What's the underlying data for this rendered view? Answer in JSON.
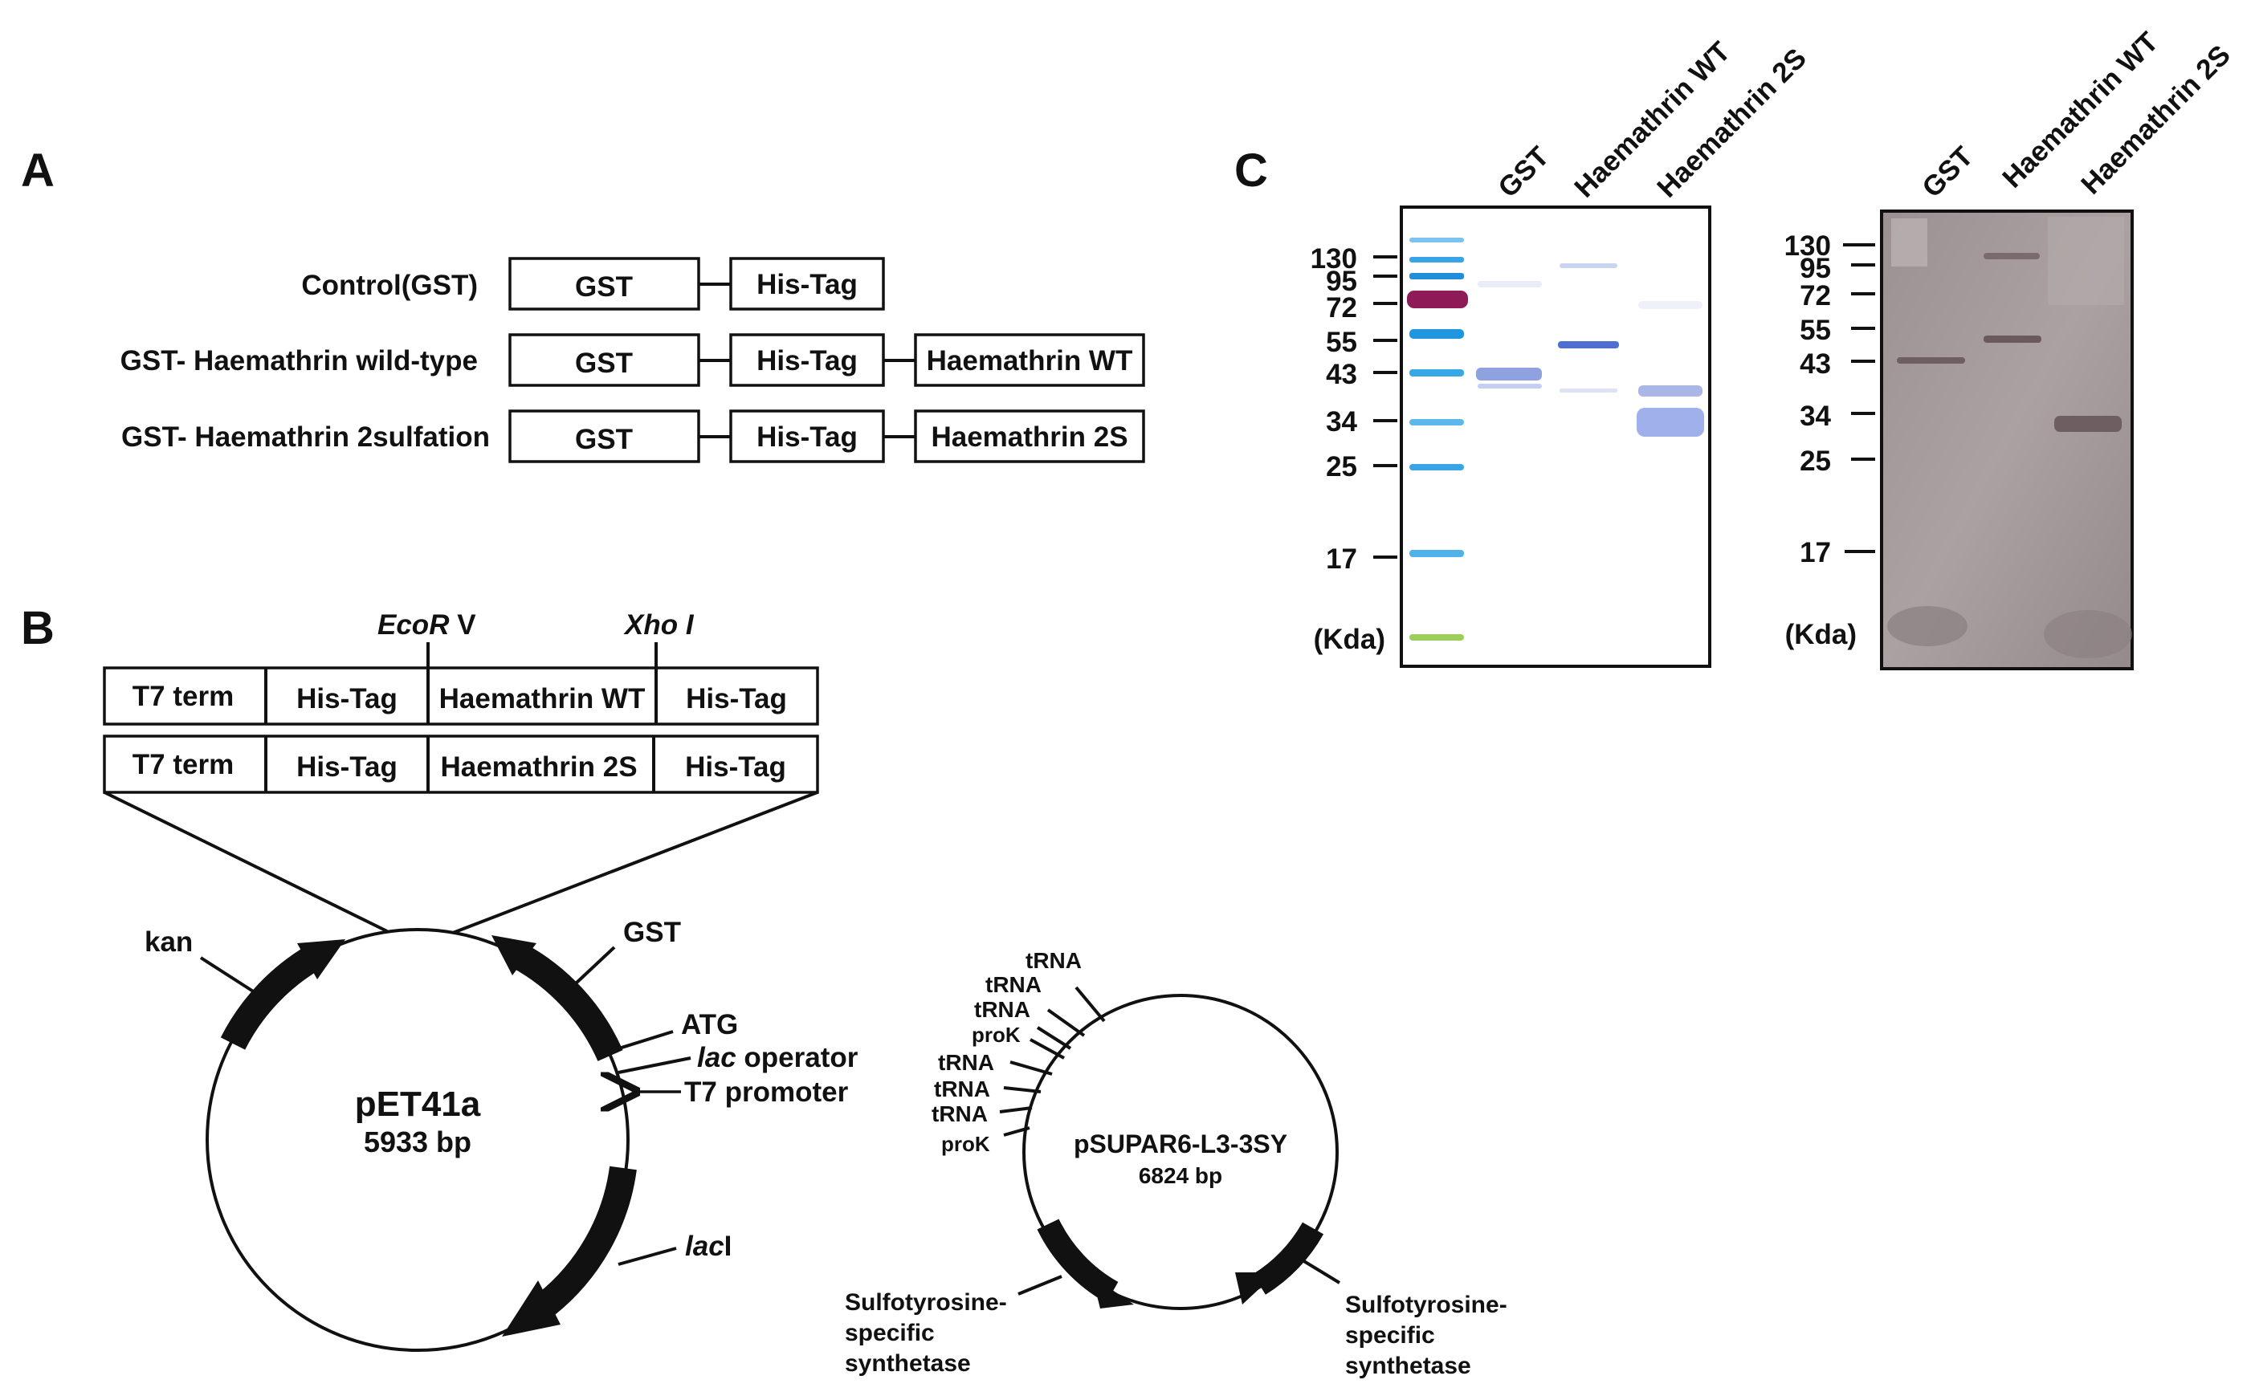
{
  "panel_labels": {
    "a": "A",
    "b": "B",
    "c": "C"
  },
  "panel_a": {
    "rows": [
      {
        "label": "Control(GST)",
        "boxes": [
          "GST",
          "His-Tag"
        ]
      },
      {
        "label": "GST- Haemathrin wild-type",
        "boxes": [
          "GST",
          "His-Tag",
          "Haemathrin WT"
        ]
      },
      {
        "label": "GST- Haemathrin 2sulfation",
        "boxes": [
          "GST",
          "His-Tag",
          "Haemathrin 2S"
        ]
      }
    ]
  },
  "panel_b": {
    "sites": {
      "ecor_italic": "EcoR",
      "ecor_rest": " V",
      "xho_italic": "Xho I"
    },
    "constructs": [
      [
        "T7 term",
        "His-Tag",
        "Haemathrin WT",
        "His-Tag"
      ],
      [
        "T7 term",
        "His-Tag",
        "Haemathrin 2S",
        "His-Tag"
      ]
    ],
    "plasmid1": {
      "name": "pET41a",
      "size": "5933 bp",
      "features": {
        "kan": "kan",
        "gst": "GST",
        "atg": "ATG",
        "lac_italic": "lac",
        "lac_rest": " operator",
        "t7": "T7 promoter",
        "laci_italic": "lac",
        "laci_rest": "I"
      }
    },
    "plasmid2": {
      "name": "pSUPAR6-L3-3SY",
      "size": "6824 bp",
      "features": [
        "tRNA",
        "tRNA",
        "tRNA",
        "proK",
        "tRNA",
        "tRNA",
        "tRNA",
        "proK"
      ],
      "synthetase_left": [
        "Sulfotyrosine-",
        "specific",
        "synthetase"
      ],
      "synthetase_right": [
        "Sulfotyrosine-",
        "specific",
        "synthetase"
      ]
    }
  },
  "panel_c": {
    "lane_labels": [
      "GST",
      "Haemathrin WT",
      "Haemathrin 2S"
    ],
    "gel1_markers": [
      "130",
      "95",
      "72",
      "55",
      "43",
      "34",
      "25",
      "17"
    ],
    "gel2_markers": [
      "130",
      "95",
      "72",
      "55",
      "43",
      "34",
      "25",
      "17"
    ],
    "unit": "(Kda)"
  },
  "colors": {
    "ink": "#111111",
    "ladder_blue": "#2a9fe0",
    "ladder_magenta": "#8e1a57",
    "ladder_green": "#9ccf5a",
    "blot_bg": "#a59a9b"
  }
}
